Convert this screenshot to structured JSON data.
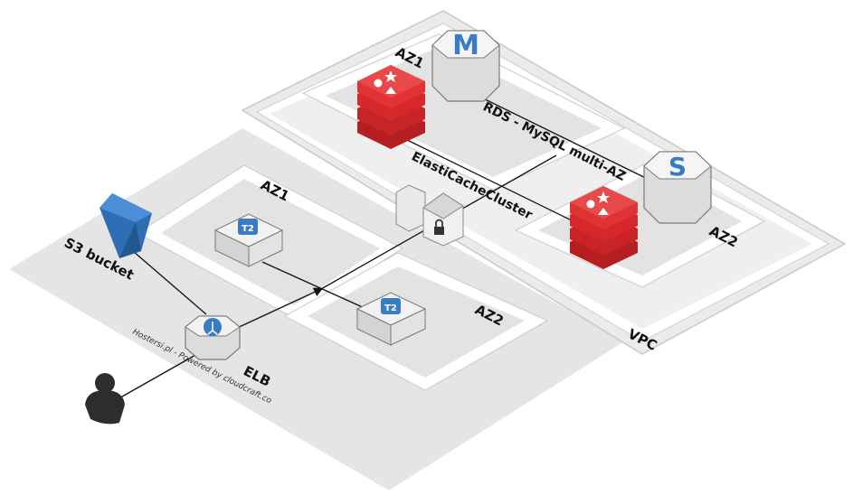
{
  "labels": {
    "az1_top": "AZ1",
    "rds": "RDS - MySQL multi-AZ",
    "elasticache": "ElastiCacheCluster",
    "az2_right": "AZ2",
    "vpc": "VPC",
    "az1_left": "AZ1",
    "az2_left": "AZ2",
    "s3": "S3 bucket",
    "elb": "ELB",
    "credit": "Hostersi.pl - Powered by cloudcraft.co"
  },
  "badges": {
    "instance_type": "T2",
    "rds_master": "M",
    "rds_standby": "S"
  },
  "icons": {
    "user": "user-icon",
    "s3": "s3-bucket-icon",
    "elb": "load-balancer-icon",
    "ec2": "ec2-instance-icon",
    "cache": "elasticache-redis-icon",
    "rds": "rds-instance-icon",
    "vpn": "vpn-gateway-lock-icon"
  },
  "colors": {
    "s3_blue": "#2f6eb5",
    "redis_red": "#d6282b",
    "t2_blue": "#3a7cc4",
    "plane_gray": "#e5e5e5",
    "node_gray": "#d9d9d9"
  }
}
